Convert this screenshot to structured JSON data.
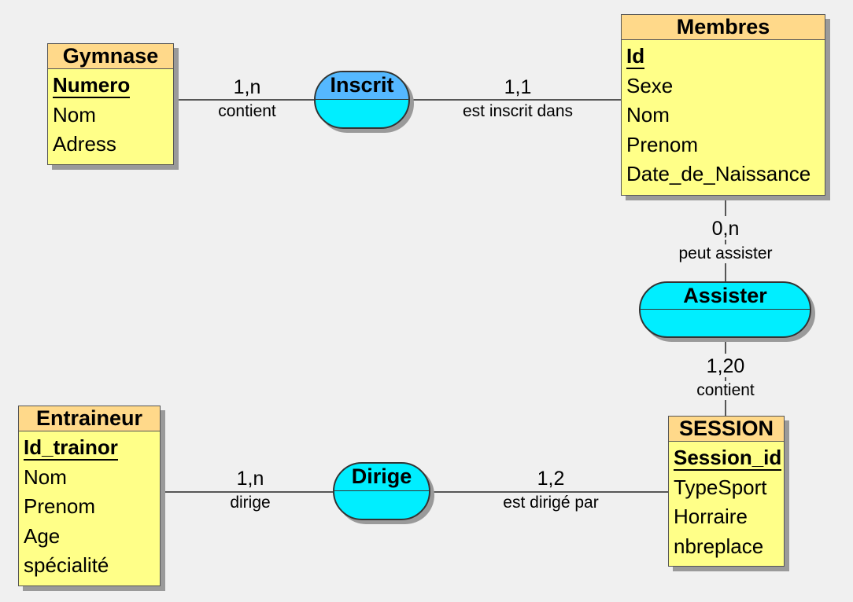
{
  "entities": {
    "gymnase": {
      "name": "Gymnase",
      "key": "Numero",
      "attrs": [
        "Nom",
        "Adress"
      ]
    },
    "membres": {
      "name": "Membres",
      "key": "Id",
      "attrs": [
        "Sexe",
        "Nom",
        "Prenom",
        "Date_de_Naissance"
      ]
    },
    "entraineur": {
      "name": "Entraineur",
      "key": "Id_trainor",
      "attrs": [
        "Nom",
        "Prenom",
        "Age",
        "spécialité"
      ]
    },
    "session": {
      "name": "SESSION",
      "key": "Session_id",
      "attrs": [
        "TypeSport",
        "Horraire",
        "nbreplace"
      ]
    }
  },
  "relations": {
    "inscrit": {
      "name": "Inscrit"
    },
    "assister": {
      "name": "Assister"
    },
    "dirige": {
      "name": "Dirige"
    }
  },
  "links": {
    "gymnase_inscrit": {
      "card": "1,n",
      "role": "contient"
    },
    "inscrit_membres": {
      "card": "1,1",
      "role": "est inscrit dans"
    },
    "membres_assister": {
      "card": "0,n",
      "role": "peut assister"
    },
    "assister_session": {
      "card": "1,20",
      "role": "contient"
    },
    "entraineur_dirige": {
      "card": "1,n",
      "role": "dirige"
    },
    "dirige_session": {
      "card": "1,2",
      "role": "est dirigé par"
    }
  },
  "colors": {
    "entity_body": "#ffff88",
    "entity_header": "#ffd98a",
    "relation_body": "#00eeff",
    "relation_header_inscrit": "#55b8ff",
    "background": "#f0f0f0"
  }
}
